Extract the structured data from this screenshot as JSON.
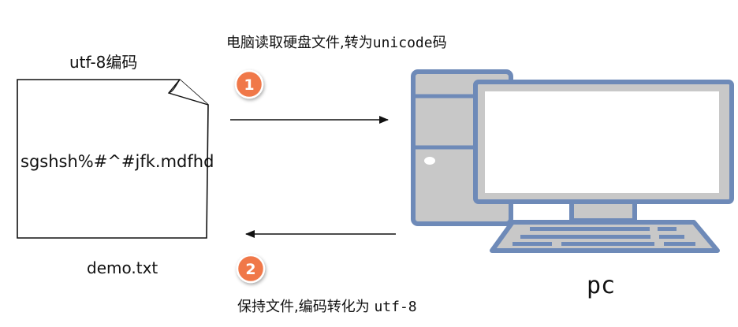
{
  "file": {
    "encoding_label": "utf-8编码",
    "content": "sgshsh%#^#jfk.mdfhd",
    "name": "demo.txt"
  },
  "steps": [
    {
      "number": "1",
      "caption_prefix": "电脑读取硬盘文件,转为",
      "caption_code": "unicode",
      "caption_suffix": "码"
    },
    {
      "number": "2",
      "caption_prefix": "保持文件,编码转化为 ",
      "caption_code": "utf-8",
      "caption_suffix": ""
    }
  ],
  "computer": {
    "label": "pc"
  },
  "colors": {
    "badge": "#f0784a",
    "computer_outline": "#6e8ab8",
    "computer_fill": "#c8c8c8",
    "arrow": "#111111"
  }
}
